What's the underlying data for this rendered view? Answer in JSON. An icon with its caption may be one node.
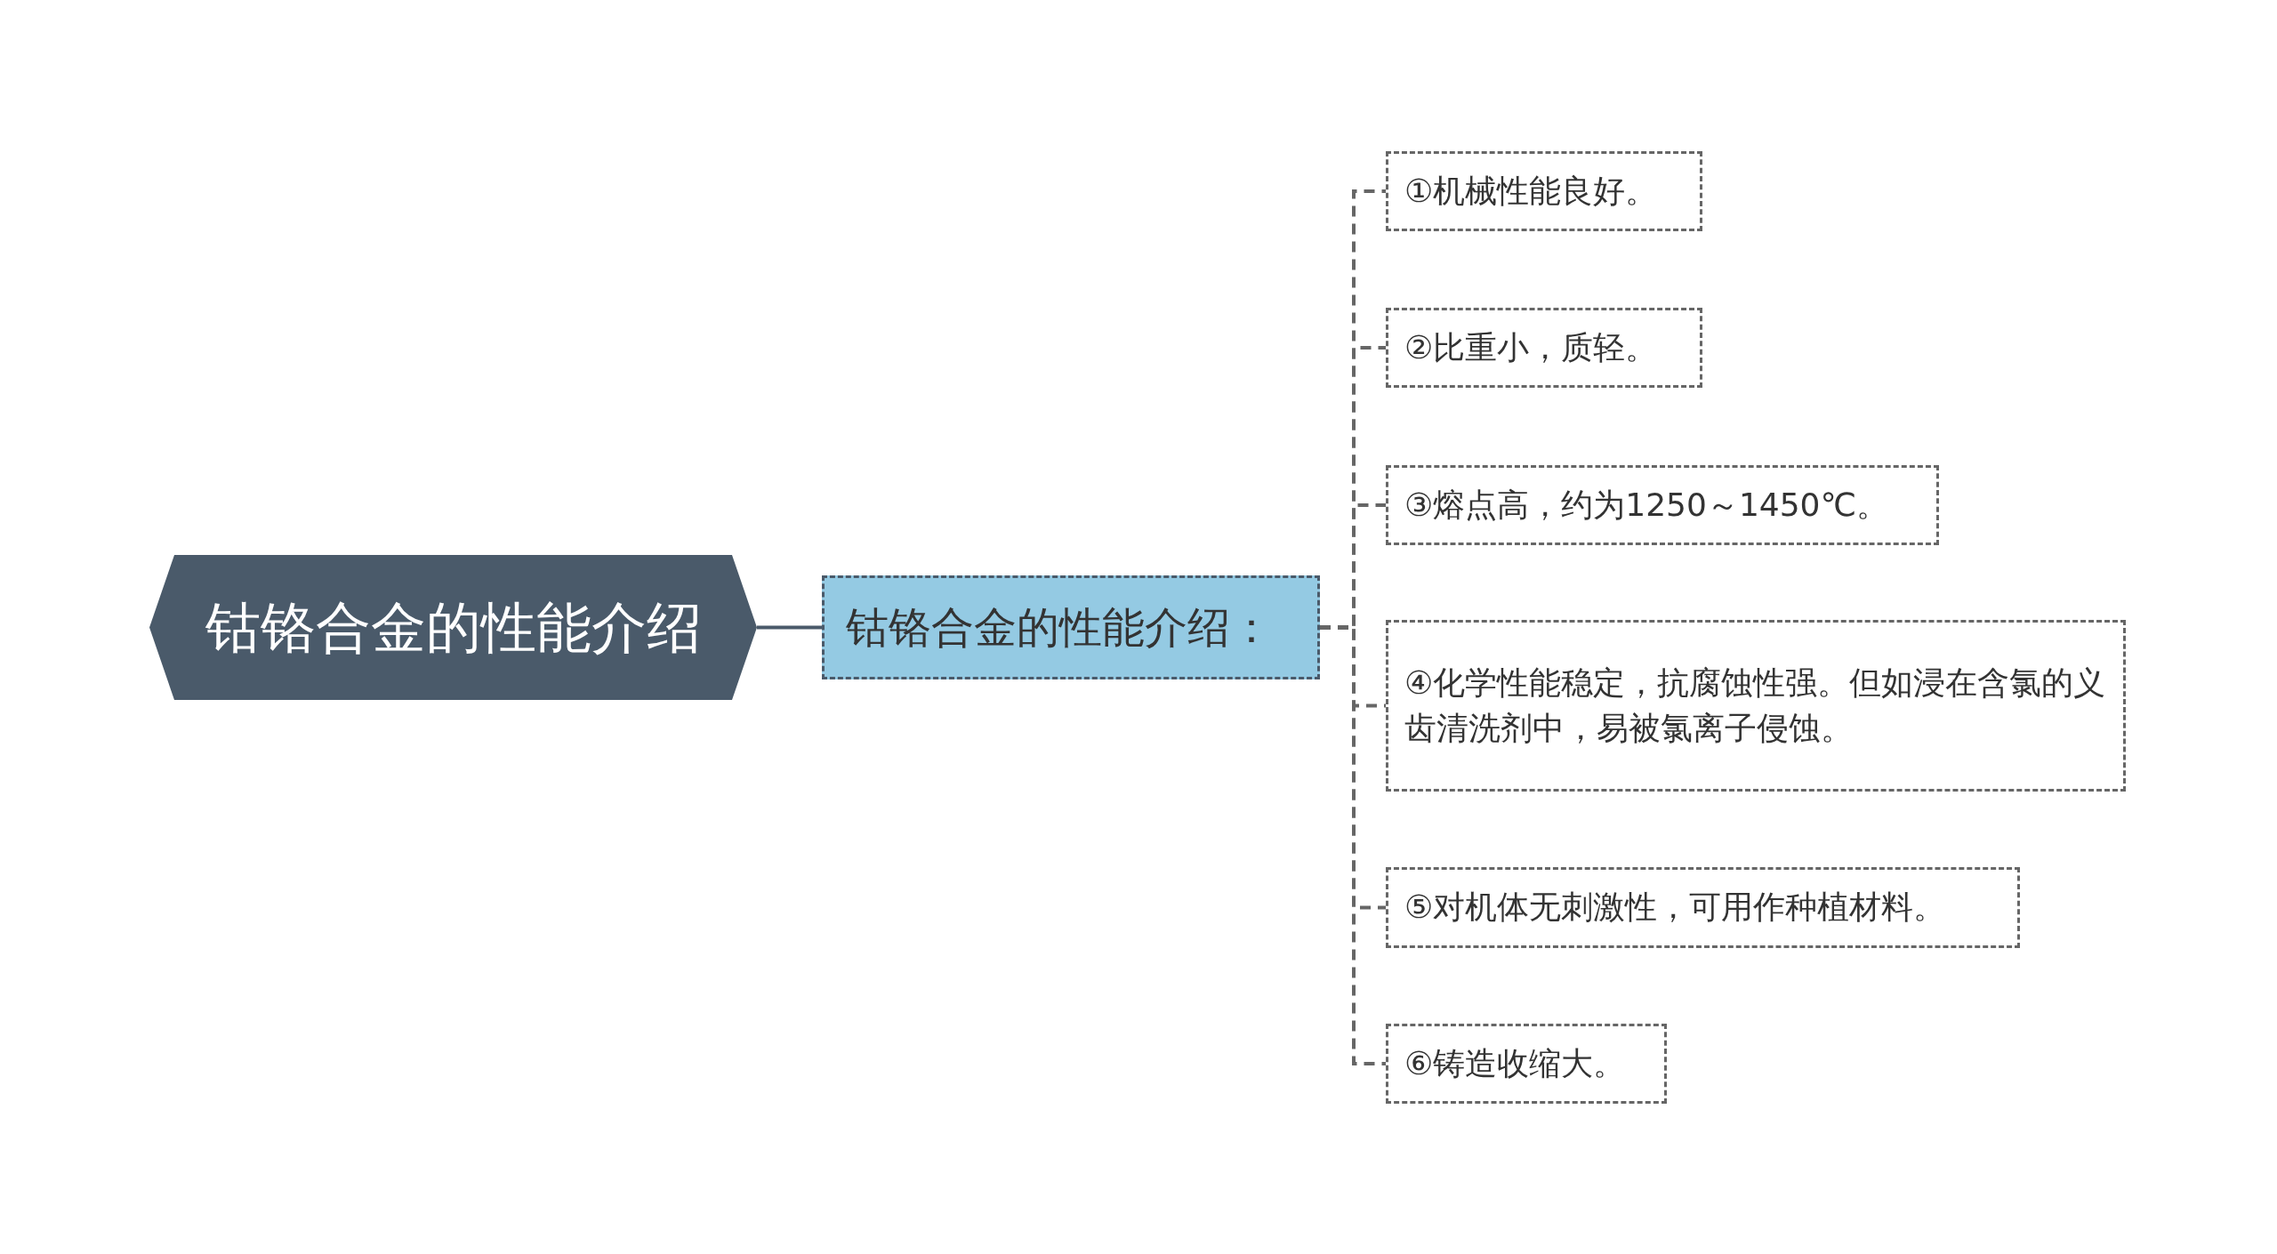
{
  "diagram": {
    "nodes": [
      {
        "text": [
          "钴铬合金的性能介绍"
        ]
      },
      {
        "text": [
          "钴铬合金的性能介绍："
        ]
      },
      {
        "text": [
          "①机械性能良好。"
        ]
      },
      {
        "text": [
          "②比重小，质轻。"
        ]
      },
      {
        "text": [
          "③熔点高，约为1250～1450℃。"
        ]
      },
      {
        "text": [
          "④化学性能稳定，抗腐蚀性强。但如浸在含氯的义齿清洗剂中，易被氯离子侵蚀。"
        ]
      },
      {
        "text": [
          "⑤对机体无刺激性，可用作种植材料。"
        ]
      },
      {
        "text": [
          "⑥铸造收缩大。"
        ]
      }
    ],
    "edges": [
      {
        "from": 0,
        "to": 1,
        "arrow": "none"
      },
      {
        "from": 1,
        "to": 2,
        "arrow": "none",
        "style": "dashed"
      },
      {
        "from": 1,
        "to": 3,
        "arrow": "none",
        "style": "dashed"
      },
      {
        "from": 1,
        "to": 4,
        "arrow": "none",
        "style": "dashed"
      },
      {
        "from": 1,
        "to": 5,
        "arrow": "none",
        "style": "dashed"
      },
      {
        "from": 1,
        "to": 6,
        "arrow": "none",
        "style": "dashed"
      },
      {
        "from": 1,
        "to": 7,
        "arrow": "none",
        "style": "dashed"
      }
    ]
  }
}
